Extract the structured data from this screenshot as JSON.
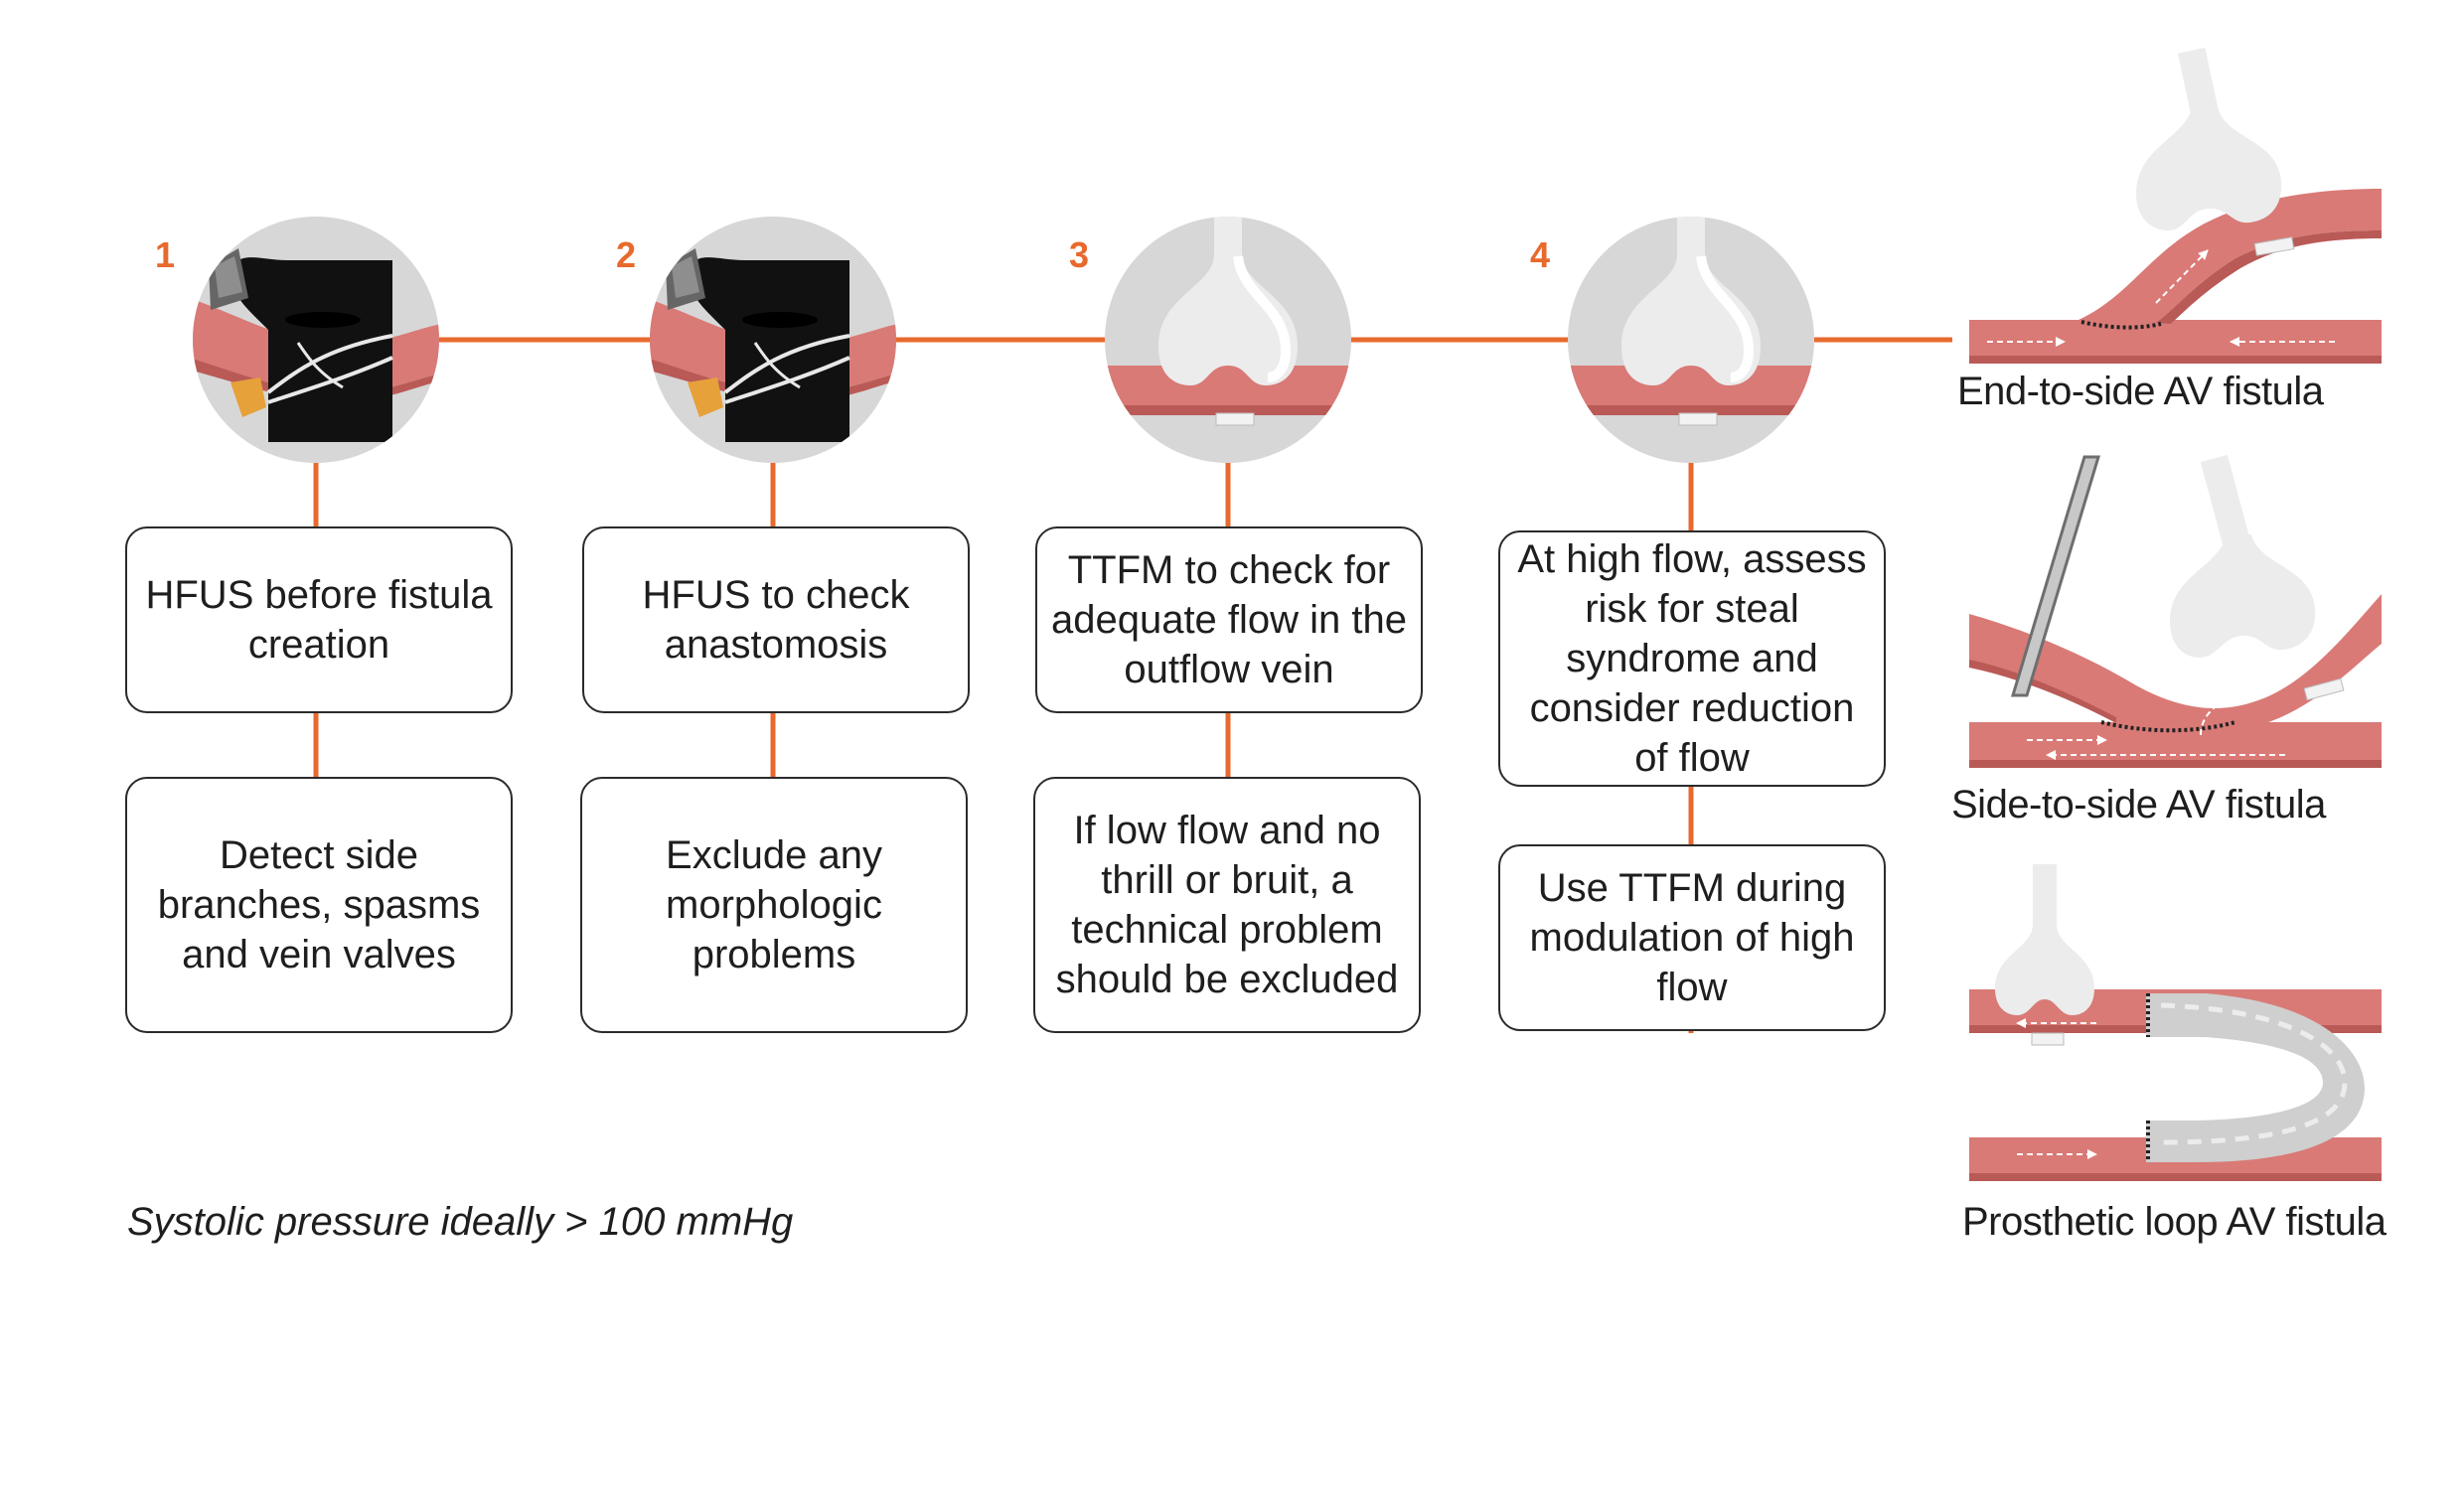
{
  "colors": {
    "accent": "#e8692d",
    "vessel": "#d97a76",
    "vessel_dark": "#b95a57",
    "probe": "#d9d9d9",
    "circle_bg": "#d7d7d7",
    "ultrasound": "#111111"
  },
  "steps": [
    {
      "number": "1",
      "icon": "ultrasound-probe-icon",
      "box1": "HFUS before fistula creation",
      "box2": "Detect side branches, spasms and vein valves"
    },
    {
      "number": "2",
      "icon": "ultrasound-probe-icon",
      "box1": "HFUS to check anastomosis",
      "box2": "Exclude any morphologic problems"
    },
    {
      "number": "3",
      "icon": "flow-probe-icon",
      "box1": "TTFM to check for adequate flow in the outflow vein",
      "box2": "If low flow and no thrill or bruit, a technical problem should be excluded"
    },
    {
      "number": "4",
      "icon": "flow-probe-icon",
      "box1": "At high flow, assess risk for steal syndrome and consider reduction of flow",
      "box2": "Use TTFM during modulation of high flow"
    }
  ],
  "fistula_types": [
    {
      "label": "End-to-side AV fistula",
      "icon": "end-to-side-fistula-icon"
    },
    {
      "label": "Side-to-side AV fistula",
      "icon": "side-to-side-fistula-icon"
    },
    {
      "label": "Prosthetic loop AV fistula",
      "icon": "prosthetic-loop-fistula-icon"
    }
  ],
  "note": "Systolic pressure ideally > 100 mmHg"
}
